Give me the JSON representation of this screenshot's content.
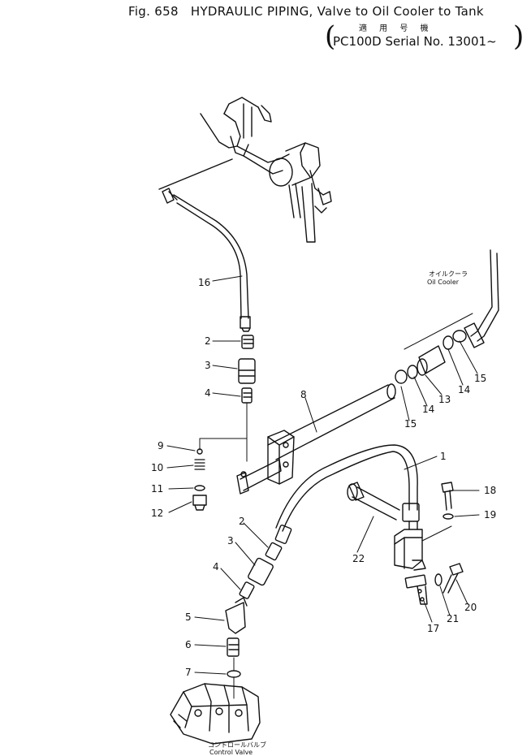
{
  "title": {
    "fig": "Fig. 658",
    "main": "HYDRAULIC PIPING, Valve to Oil Cooler to Tank",
    "jp_note": "適 用 号 機",
    "serial": "PC100D Serial No. 13001~"
  },
  "callouts": {
    "oil_cooler_jp": "オイルクーラ",
    "oil_cooler_en": "Oil Cooler",
    "control_valve_jp": "コントロールバルブ",
    "control_valve_en": "Control Valve"
  },
  "part_labels": {
    "p16": "16",
    "p2a": "2",
    "p3a": "3",
    "p4a": "4",
    "p8": "8",
    "p9": "9",
    "p10": "10",
    "p11": "11",
    "p12": "12",
    "p1": "1",
    "p18": "18",
    "p19": "19",
    "p2b": "2",
    "p3b": "3",
    "p22": "22",
    "p4b": "4",
    "p5": "5",
    "p6": "6",
    "p7": "7",
    "p17": "17",
    "p21": "21",
    "p20": "20",
    "p15a": "15",
    "p14a": "14",
    "p13": "13",
    "p14b": "14",
    "p15b": "15"
  }
}
